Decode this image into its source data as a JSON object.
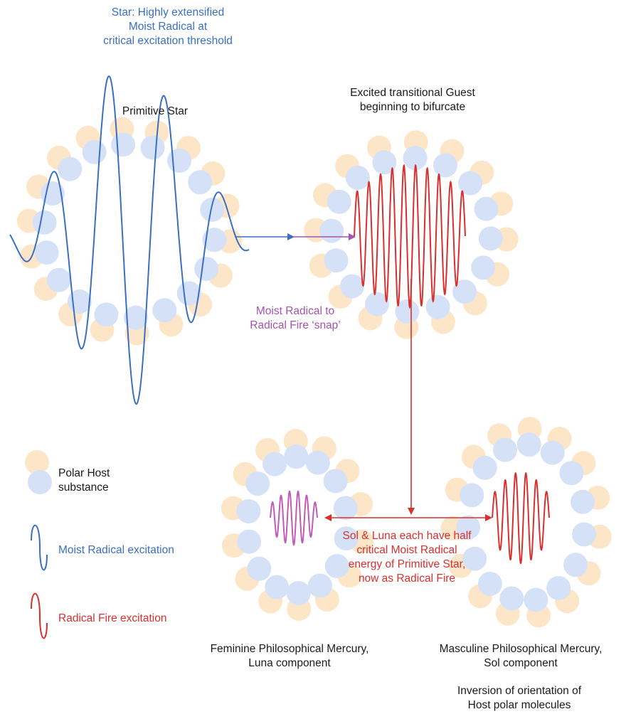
{
  "colors": {
    "host_orange": "#fde6c8",
    "host_blue": "#d4e1f7",
    "moist_radical": "#3a6fc4",
    "radical_fire": "#d9302e",
    "snap": "#a552b0",
    "text": "#1a1a1a"
  },
  "labels": {
    "star_title": "Star: Highly extensified\nMoist Radical at\ncritical excitation threshold",
    "primitive_star": "Primitive Star",
    "excited_guest": "Excited transitional Guest\nbeginning to bifurcate",
    "snap": "Moist Radical to\nRadical Fire ‘snap’",
    "sol_luna_note": "Sol & Luna each have half\ncritical Moist Radical\nenergy of Primitive Star,\nnow as Radical Fire",
    "feminine": "Feminine Philosophical Mercury,\nLuna component",
    "masculine": "Masculine Philosophical Mercury,\nSol component",
    "inversion": "Inversion of orientation of\nHost polar molecules"
  },
  "legend": {
    "host": "Polar Host\nsubstance",
    "moist": "Moist Radical excitation",
    "fire": "Radical Fire excitation"
  }
}
